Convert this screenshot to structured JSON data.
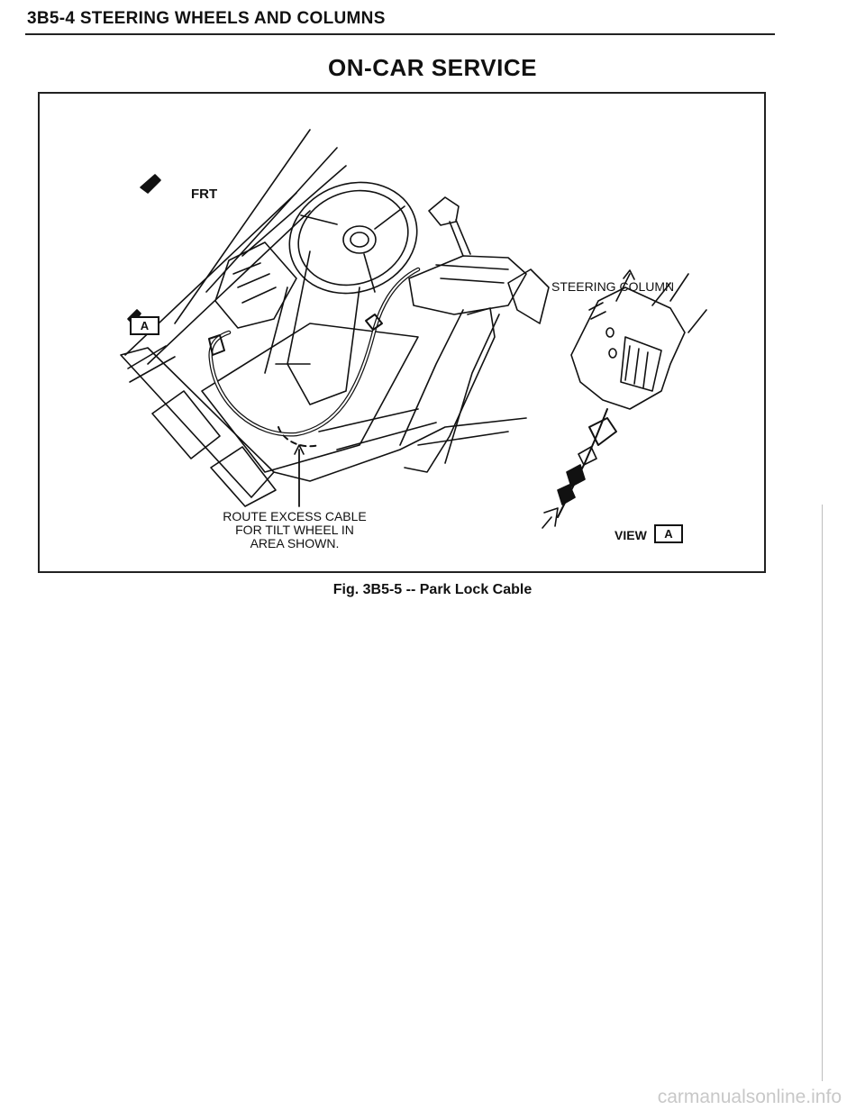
{
  "header": {
    "running_head": "3B5-4 STEERING WHEELS AND COLUMNS"
  },
  "section": {
    "title": "ON-CAR SERVICE"
  },
  "figure": {
    "labels": {
      "frt": "FRT",
      "steering_column": "STEERING COLUMN",
      "route_line1": "ROUTE EXCESS CABLE",
      "route_line2": "FOR TILT WHEEL IN",
      "route_line3": "AREA SHOWN.",
      "view": "VIEW",
      "view_ref": "A",
      "callout_ref": "A"
    },
    "caption": "Fig. 3B5-5 -- Park Lock Cable"
  },
  "footer": {
    "watermark": "carmanualsonline.info"
  }
}
